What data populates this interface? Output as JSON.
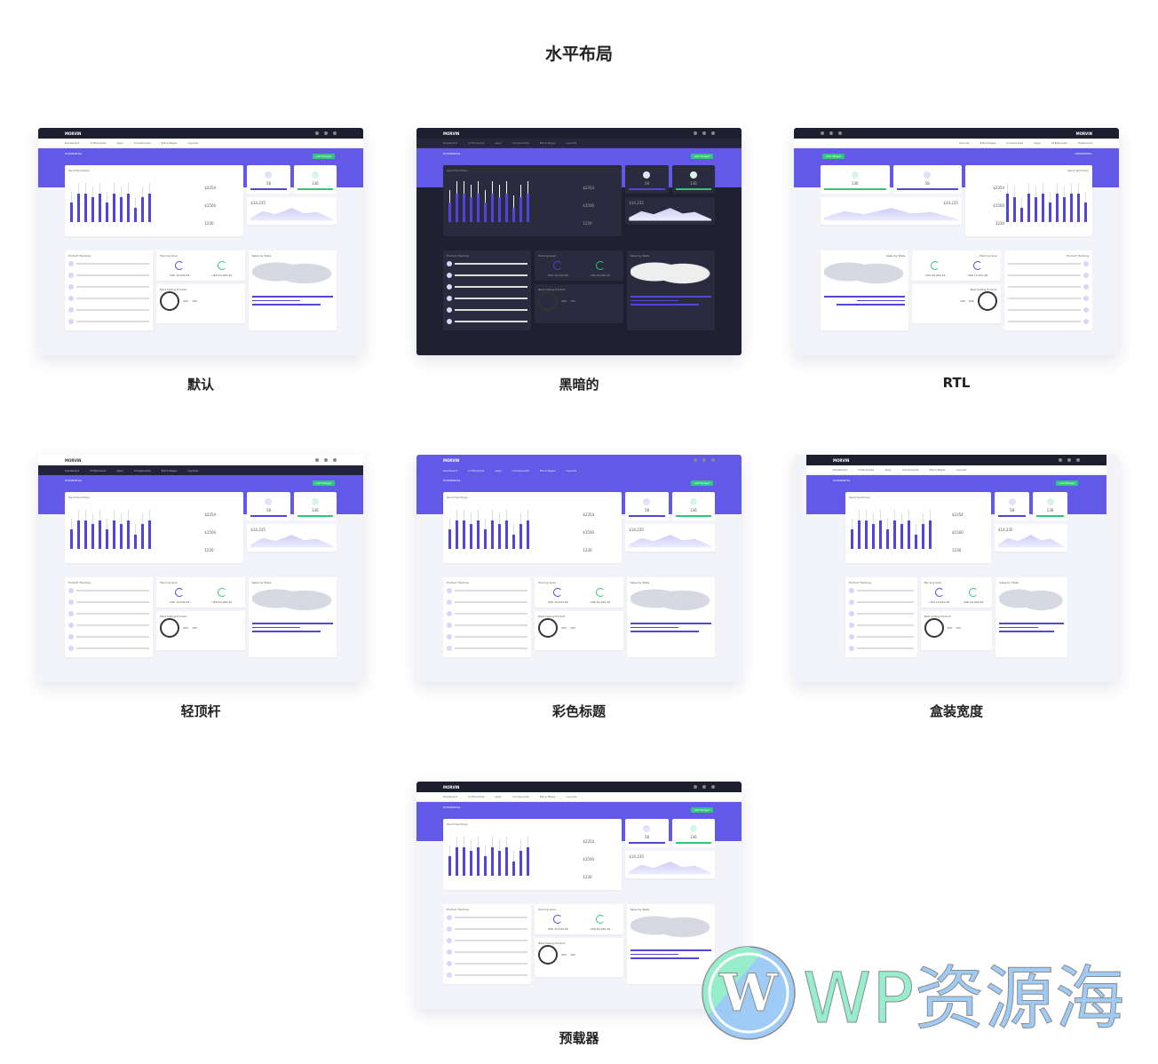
{
  "page": {
    "title": "水平布局"
  },
  "dashboard": {
    "brand": "MORVIN",
    "nav": [
      "Dashboard",
      "UI Elements",
      "Apps",
      "Components",
      "Extra Pages",
      "Layouts"
    ],
    "breadcrumb": "HORIZONTAL",
    "button": "Add Widget",
    "summary_title": "Quick Summary",
    "stats": [
      "$2354",
      "$1500",
      "1230"
    ],
    "orders": "58",
    "users": "136",
    "revenue": "$14,235",
    "earning": [
      "USD 10,540.48",
      "USD 64,260.45"
    ],
    "product_vals": [
      "600",
      "150"
    ],
    "sections": [
      "Product Tracking",
      "Earning Goal",
      "Sales by State",
      "Best Selling Product"
    ]
  },
  "bar_heights": [
    0.55,
    0.8,
    0.8,
    0.7,
    0.8,
    0.55,
    0.8,
    0.7,
    0.8,
    0.4,
    0.7,
    0.8
  ],
  "layouts": [
    {
      "label": "默认",
      "variant": "default"
    },
    {
      "label": "黑暗的",
      "variant": "dark"
    },
    {
      "label": "RTL",
      "variant": "rtl"
    },
    {
      "label": "轻顶杆",
      "variant": "light"
    },
    {
      "label": "彩色标题",
      "variant": "color"
    },
    {
      "label": "盒装宽度",
      "variant": "boxed"
    },
    {
      "label": "预载器",
      "variant": "default"
    }
  ],
  "watermark": {
    "text": "WP资源海",
    "colors": [
      "#86ecc4",
      "#8fc4f5"
    ]
  }
}
